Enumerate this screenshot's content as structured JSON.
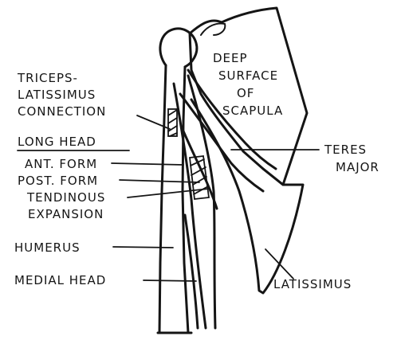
{
  "labels": {
    "deep_surface": [
      "DEEP",
      "SURFACE",
      "OF",
      "SCAPULA"
    ],
    "triceps_latissimus": [
      "TRICEPS-",
      "LATISSIMUS",
      "CONNECTION"
    ],
    "long_head": "LONG HEAD",
    "ant_form": "ANT. FORM",
    "post_form": "POST. FORM",
    "tendinous_expansion": [
      "TENDINOUS",
      "EXPANSION"
    ],
    "teres_major": [
      "TERES",
      "MAJOR"
    ],
    "humerus": "HUMERUS",
    "medial_head": "MEDIAL HEAD",
    "latissimus": "LATISSIMUS"
  },
  "colors": {
    "ink": "#151515",
    "background": "#ffffff"
  }
}
